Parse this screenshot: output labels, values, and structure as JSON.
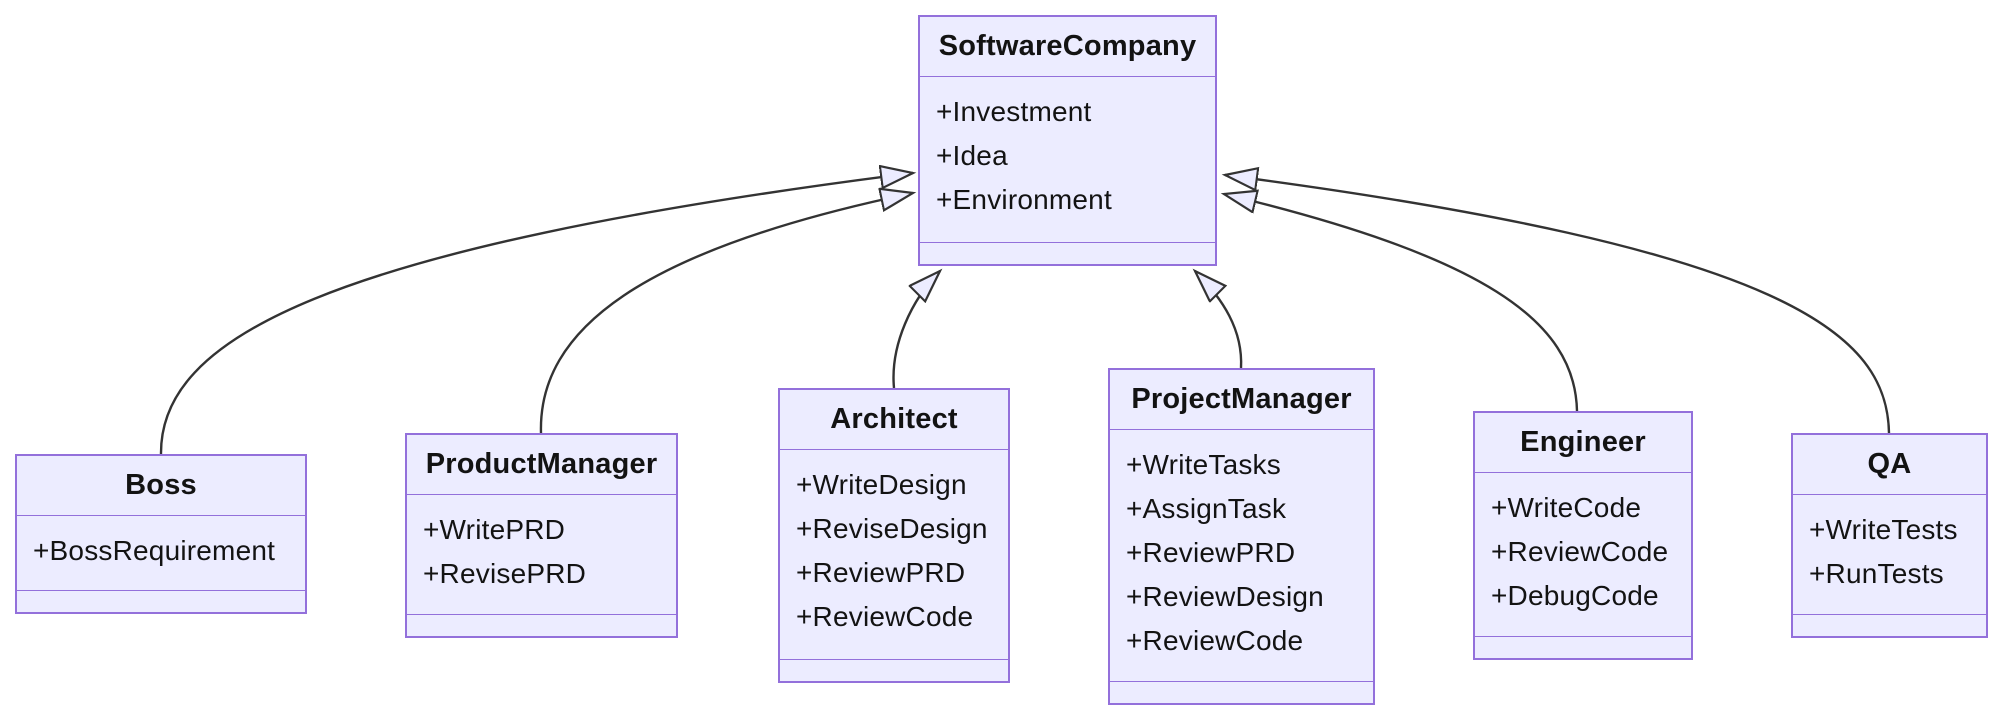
{
  "diagram": {
    "type": "uml-class-diagram",
    "background": "#FFFFFF",
    "colors": {
      "node_fill": "#ECECFF",
      "node_border": "#9370DB",
      "edge_stroke": "#333333",
      "arrowhead_fill": "#ECECFF",
      "text": "#131313"
    },
    "classes": [
      {
        "name": "SoftwareCompany",
        "attributes": [
          "+Investment",
          "+Idea",
          "+Environment"
        ],
        "methods": []
      },
      {
        "name": "Boss",
        "attributes": [
          "+BossRequirement"
        ],
        "methods": []
      },
      {
        "name": "ProductManager",
        "attributes": [
          "+WritePRD",
          "+RevisePRD"
        ],
        "methods": []
      },
      {
        "name": "Architect",
        "attributes": [
          "+WriteDesign",
          "+ReviseDesign",
          "+ReviewPRD",
          "+ReviewCode"
        ],
        "methods": []
      },
      {
        "name": "ProjectManager",
        "attributes": [
          "+WriteTasks",
          "+AssignTask",
          "+ReviewPRD",
          "+ReviewDesign",
          "+ReviewCode"
        ],
        "methods": []
      },
      {
        "name": "Engineer",
        "attributes": [
          "+WriteCode",
          "+ReviewCode",
          "+DebugCode"
        ],
        "methods": []
      },
      {
        "name": "QA",
        "attributes": [
          "+WriteTests",
          "+RunTests"
        ],
        "methods": []
      }
    ],
    "relations": [
      {
        "from": "Boss",
        "to": "SoftwareCompany",
        "type": "inheritance"
      },
      {
        "from": "ProductManager",
        "to": "SoftwareCompany",
        "type": "inheritance"
      },
      {
        "from": "Architect",
        "to": "SoftwareCompany",
        "type": "inheritance"
      },
      {
        "from": "ProjectManager",
        "to": "SoftwareCompany",
        "type": "inheritance"
      },
      {
        "from": "Engineer",
        "to": "SoftwareCompany",
        "type": "inheritance"
      },
      {
        "from": "QA",
        "to": "SoftwareCompany",
        "type": "inheritance"
      }
    ]
  }
}
